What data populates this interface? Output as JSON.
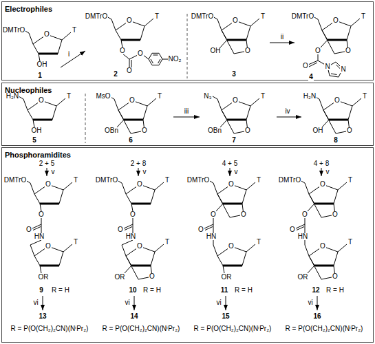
{
  "diagram": {
    "nodes": [
      {
        "text": [
          "Electrophiles"
        ]
      },
      {
        "text": [
          "Nucleophiles"
        ]
      },
      {
        "text": [
          "Phosphoramidites"
        ]
      }
    ],
    "labels": [
      "DMTrO",
      "O",
      "T",
      "OH",
      "1",
      "i",
      "DMTrO",
      "O",
      "T",
      "O",
      "O",
      "O",
      "NO₂",
      "2",
      "DMTrO",
      "O",
      "T",
      "O",
      "OH",
      "3",
      "ii",
      "DMTrO",
      "O",
      "T",
      "O",
      "O",
      "O",
      "N",
      "N",
      "4",
      "H₂N",
      "O",
      "T",
      "OH",
      "5",
      "MsO",
      "O",
      "T",
      "O",
      "OBn",
      "6",
      "iii",
      "N₃",
      "O",
      "T",
      "O",
      "OBn",
      "7",
      "iv",
      "H₂N",
      "O",
      "T",
      "O",
      "OH",
      "8",
      "2 + 5",
      "v",
      "DMTrO",
      "O",
      "T",
      "O",
      "O",
      "HN",
      "O",
      "T",
      "OR",
      "9",
      "R = H",
      "vi",
      "13",
      "R = P(O(CH₂)₂CN)(NⁱPr₂)",
      "2 + 8",
      "v",
      "DMTrO",
      "O",
      "T",
      "O",
      "O",
      "HN",
      "O",
      "T",
      "O",
      "OR",
      "10",
      "R = H",
      "vi",
      "14",
      "R = P(O(CH₂)₂CN)(NⁱPr₂)",
      "4 + 5",
      "v",
      "DMTrO",
      "O",
      "T",
      "O",
      "O",
      "O",
      "HN",
      "O",
      "T",
      "OR",
      "11",
      "R = H",
      "vi",
      "15",
      "R = P(O(CH₂)₂CN)(NⁱPr₂)",
      "4 + 8",
      "v",
      "DMTrO",
      "O",
      "T",
      "O",
      "O",
      "O",
      "HN",
      "O",
      "T",
      "O",
      "OR",
      "12",
      "R = H",
      "vi",
      "16",
      "R = P(O(CH₂)₂CN)(NⁱPr₂)"
    ]
  }
}
